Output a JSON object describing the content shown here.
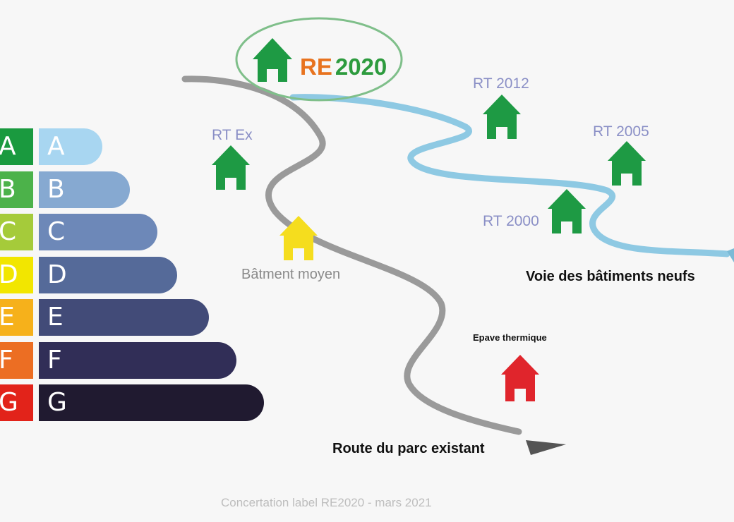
{
  "scale": {
    "letters": [
      "A",
      "B",
      "C",
      "D",
      "E",
      "F",
      "G"
    ],
    "letter_colors": [
      "#1a9a3f",
      "#4cb24a",
      "#a5cb3a",
      "#f2e600",
      "#f6b11b",
      "#ec6e23",
      "#e2231a"
    ],
    "bar_colors": [
      "#a8d6f1",
      "#86a9d1",
      "#6d88b8",
      "#556a99",
      "#424b78",
      "#312e57",
      "#201a30"
    ],
    "bar_lengths": [
      0.16,
      0.23,
      0.3,
      0.35,
      0.43,
      0.5,
      0.57
    ]
  },
  "labels": {
    "re2020_re": "RE",
    "re2020_year": "2020",
    "rt2012": "RT 2012",
    "rt2005": "RT 2005",
    "rt2000": "RT 2000",
    "rtex": "RT Ex",
    "batiment_moyen": "Bâtment moyen",
    "voie_neufs": "Voie des bâtiments neufs",
    "epave": "Epave thermique",
    "route_existant": "Route du parc existant",
    "footer": "Concertation label RE2020 - mars 2021"
  },
  "colors": {
    "green_house": "#1e9a44",
    "yellow_house": "#f5dd1e",
    "red_house": "#e0252c",
    "blue_road": "#8ec9e3",
    "grey_road": "#9a9a9a",
    "rt_label": "#8a8fc6",
    "re_orange": "#e8731f",
    "re_green": "#2d9b3e",
    "ellipse_green": "#7fbf8a"
  }
}
